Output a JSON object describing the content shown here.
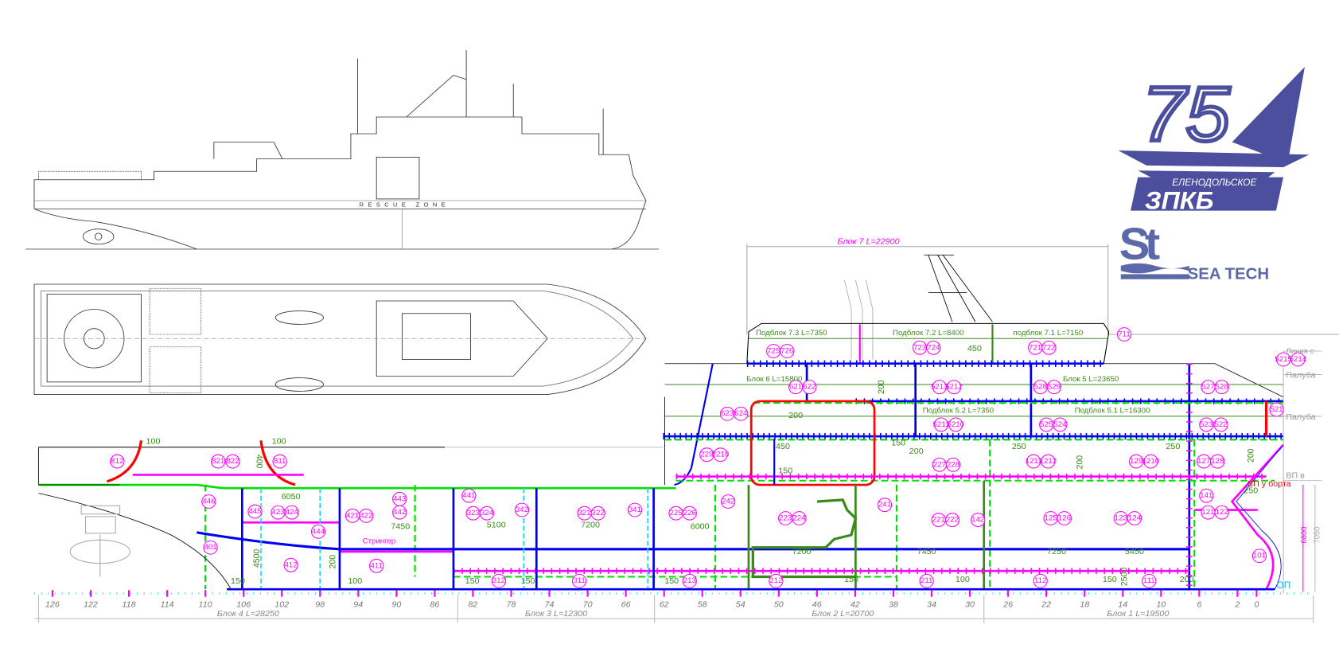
{
  "logos": {
    "zpkb": {
      "number": "75",
      "top_text": "ЕЛЕНОДОЛЬСКОЕ",
      "main_text": "ЗПКБ",
      "color": "#4b4f9e"
    },
    "seatech": {
      "mark": "St",
      "text": "SEA TECH",
      "color": "#5c68a8"
    }
  },
  "profile": {
    "hull_text": "RESCUE ZONE"
  },
  "blocks": {
    "block7": "Блок 7 L=22900",
    "block6": "Блок 6 L=15800",
    "block5": "Блок 5 L=23650",
    "sub73": "Подблок 7.3 L=7350",
    "sub72": "Подблок 7.2 L=8400",
    "sub71": "подблок 7.1 L=7150",
    "sub52": "Подблок 5.2 L=7350",
    "sub51": "Подблок 5.1 L=16300",
    "block4": "Блок 4 L=28250",
    "block3": "Блок 3 L=12300",
    "block2": "Блок 2 L=20700",
    "block1": "Блок 1 L=19500"
  },
  "side_labels": {
    "line": "Линия с",
    "deck1": "Палуба",
    "deck2": "Палуба",
    "wl": "ВП в",
    "wl_side": "ВП у борта",
    "base": "ОП",
    "h6800": "6800",
    "h7050": "7050",
    "stringer": "Стрингер"
  },
  "frames": [
    126,
    122,
    118,
    114,
    110,
    106,
    102,
    98,
    94,
    90,
    86,
    82,
    78,
    74,
    70,
    66,
    62,
    58,
    54,
    50,
    46,
    42,
    38,
    34,
    30,
    26,
    22,
    18,
    14,
    10,
    6,
    2,
    0
  ],
  "parts": [
    "812",
    "821",
    "822",
    "811",
    "446",
    "445",
    "423",
    "424",
    "421",
    "422",
    "443",
    "442",
    "444",
    "401",
    "412",
    "411",
    "441",
    "323",
    "324",
    "342",
    "321",
    "322",
    "341",
    "312",
    "311",
    "225",
    "226",
    "242",
    "223",
    "224",
    "241",
    "221",
    "222",
    "142",
    "229",
    "2210",
    "227",
    "228",
    "213",
    "212",
    "211",
    "1211",
    "1212",
    "125",
    "126",
    "129",
    "1210",
    "123",
    "124",
    "127",
    "128",
    "141",
    "121",
    "122",
    "112",
    "111",
    "101",
    "621",
    "622",
    "623",
    "624",
    "5213",
    "5212",
    "528",
    "529",
    "527",
    "528",
    "5211",
    "5210",
    "525",
    "524",
    "523",
    "522",
    "521",
    "5215",
    "5214",
    "725",
    "726",
    "723",
    "724",
    "721",
    "722",
    "711"
  ],
  "dims": [
    "100",
    "100",
    "400",
    "6050",
    "7450",
    "4500",
    "200",
    "150",
    "100",
    "150",
    "150",
    "5100",
    "7200",
    "6000",
    "150",
    "7200",
    "7450",
    "7250",
    "5450",
    "150",
    "100",
    "150",
    "200",
    "2500",
    "200",
    "450",
    "150",
    "150",
    "200",
    "250",
    "250",
    "200",
    "200",
    "250",
    "450",
    "200"
  ]
}
